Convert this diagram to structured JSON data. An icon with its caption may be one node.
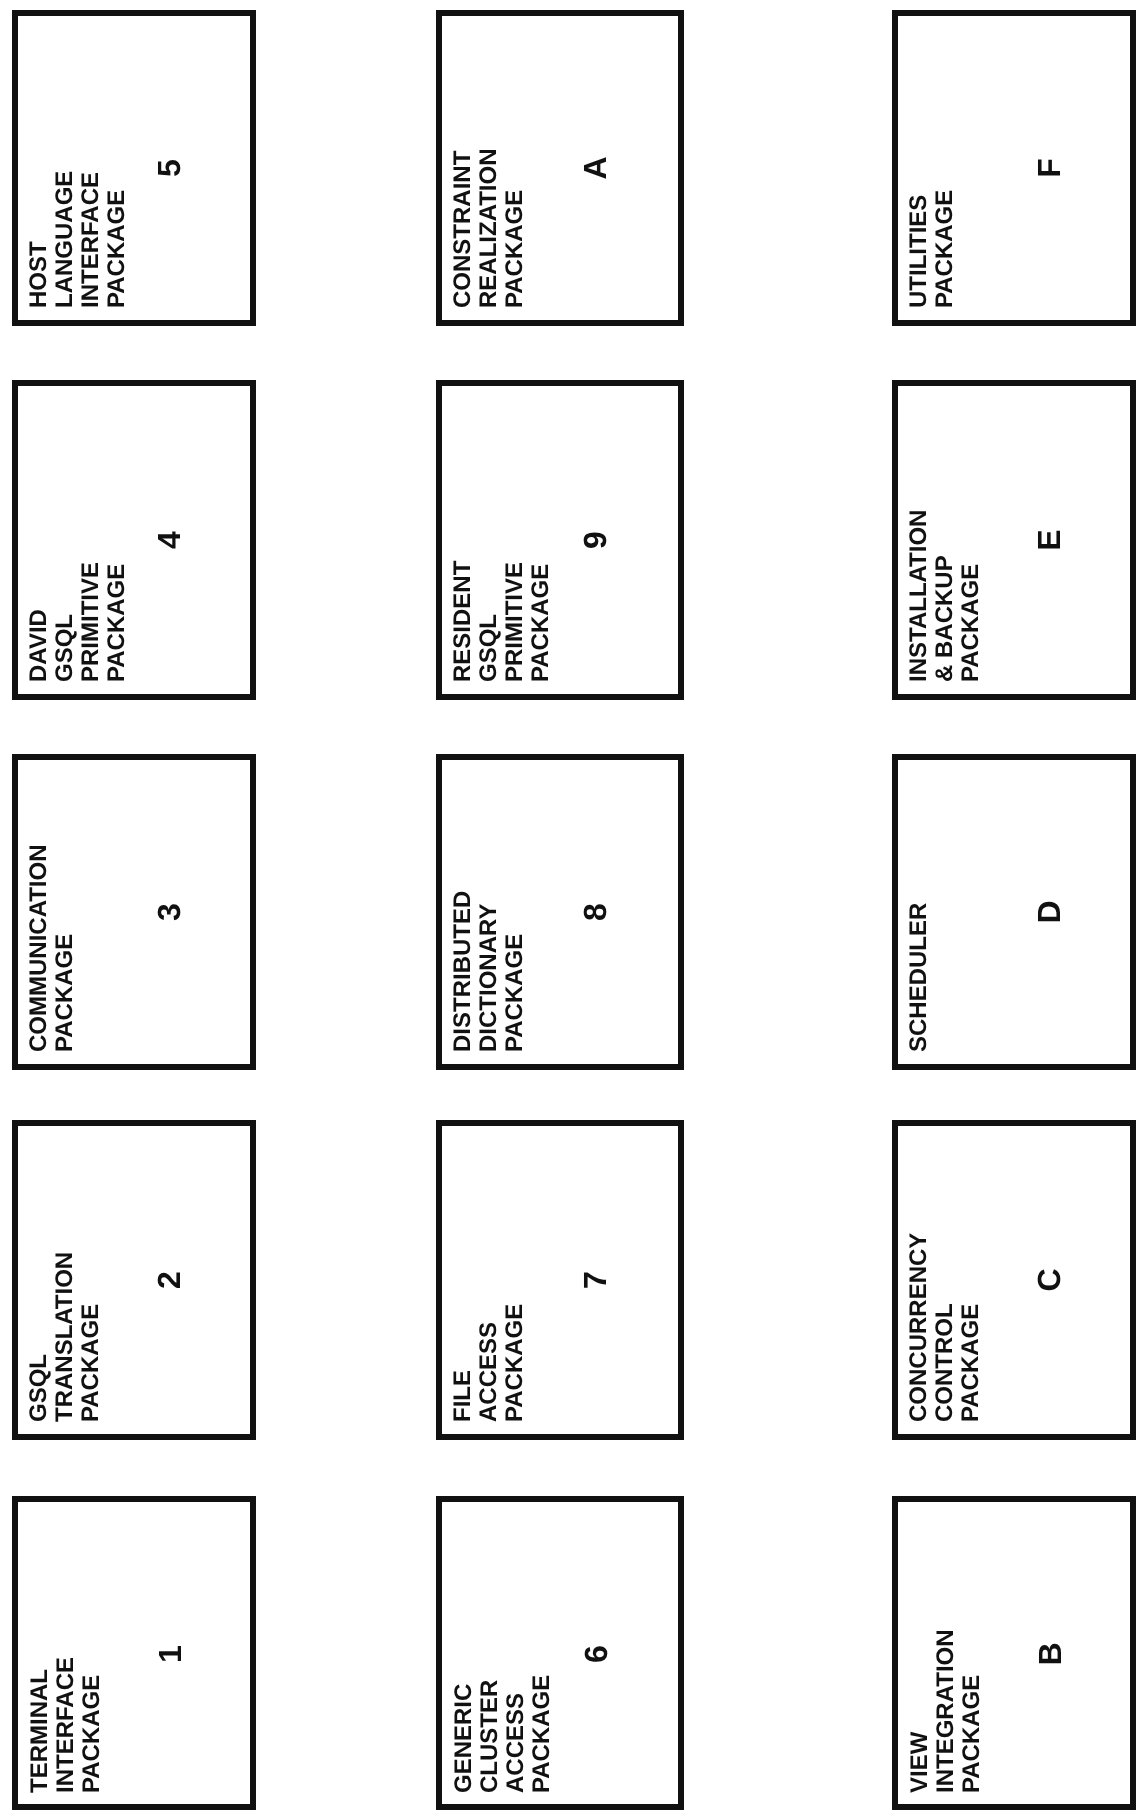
{
  "diagram": {
    "nodes": [
      {
        "text": [
          "TERMINAL INTERFACE PACKAGE",
          "1"
        ]
      },
      {
        "text": [
          "GSQL TRANSLATION PACKAGE",
          "2"
        ]
      },
      {
        "text": [
          "COMMUNICATION PACKAGE",
          "3"
        ]
      },
      {
        "text": [
          "DAVID GSQL PRIMITIVE PACKAGE",
          "4"
        ]
      },
      {
        "text": [
          "HOST LANGUAGE INTERFACE PACKAGE",
          "5"
        ]
      },
      {
        "text": [
          "GENERIC CLUSTER ACCESS PACKAGE",
          "6"
        ]
      },
      {
        "text": [
          "FILE ACCESS PACKAGE",
          "7"
        ]
      },
      {
        "text": [
          "DISTRIBUTED DICTIONARY PACKAGE",
          "8"
        ]
      },
      {
        "text": [
          "RESIDENT GSQL PRIMITIVE PACKAGE",
          "9"
        ]
      },
      {
        "text": [
          "CONSTRAINT REALIZATION PACKAGE",
          "A"
        ]
      },
      {
        "text": [
          "VIEW INTEGRATION PACKAGE",
          "B"
        ]
      },
      {
        "text": [
          "CONCURRENCY CONTROL PACKAGE",
          "C"
        ]
      },
      {
        "text": [
          "SCHEDULER",
          "D"
        ]
      },
      {
        "text": [
          "INSTALLATION & BACKUP PACKAGE",
          "E"
        ]
      },
      {
        "text": [
          "UTILITIES PACKAGE",
          "F"
        ]
      }
    ]
  }
}
